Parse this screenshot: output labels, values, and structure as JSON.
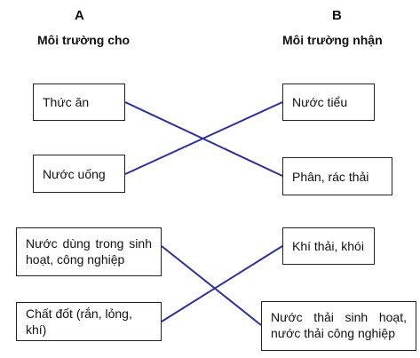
{
  "column_a": {
    "letter": "A",
    "title": "Môi trường cho",
    "items": [
      "Thức ăn",
      "Nước uống",
      "Nước dùng trong sinh hoạt, công nghiệp",
      "Chất đốt (rắn, lỏng, khí)"
    ]
  },
  "column_b": {
    "letter": "B",
    "title": "Môi trường nhận",
    "items": [
      "Nước tiểu",
      "Phân, rác thải",
      "Khí thải, khói",
      "Nước thải sinh hoạt, nước thải công nghiệp"
    ]
  },
  "connections": [
    {
      "from": 0,
      "to": 1
    },
    {
      "from": 1,
      "to": 0
    },
    {
      "from": 2,
      "to": 3
    },
    {
      "from": 3,
      "to": 2
    }
  ],
  "line_color": "#2b2f9e"
}
